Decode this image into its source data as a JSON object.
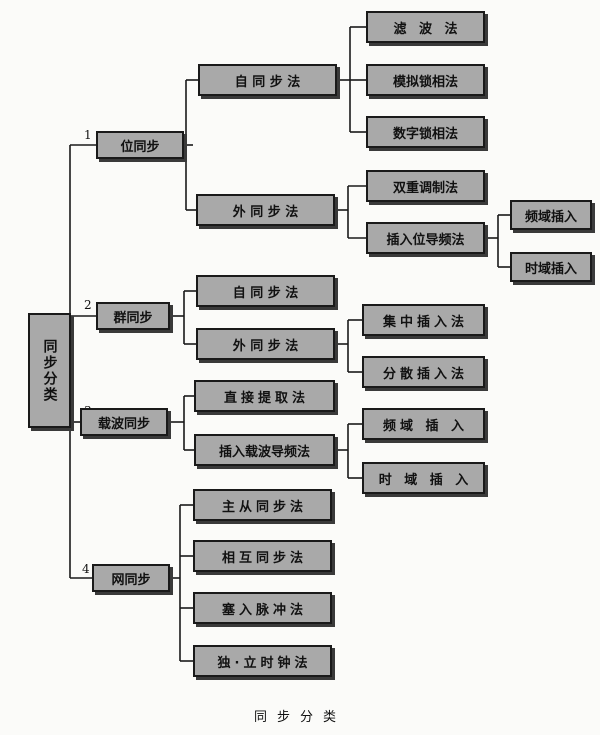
{
  "root": {
    "label": "同步分类"
  },
  "level1": [
    {
      "num": "1",
      "label": "位同步"
    },
    {
      "num": "2",
      "label": "群同步"
    },
    {
      "num": "3",
      "label": "载波同步"
    },
    {
      "num": "4",
      "label": "网同步"
    }
  ],
  "bit_sync": {
    "self": "自 同 步 法",
    "self_methods": [
      "滤 波 法",
      "模拟锁相法",
      "数字锁相法"
    ],
    "external": "外 同 步 法",
    "external_methods": [
      "双重调制法",
      "插入位导频法"
    ],
    "pilot_methods": [
      "频域插入",
      "时域插入"
    ]
  },
  "frame_sync": {
    "self": "自 同 步 法",
    "external": "外 同 步 法",
    "external_methods": [
      "集中插入法",
      "分散插入法"
    ]
  },
  "carrier_sync": {
    "methods": [
      "直接提取法",
      "插入载波导频法"
    ],
    "pilot_methods": [
      "频域 插 入",
      "时 域 插 入"
    ]
  },
  "network_sync": {
    "methods": [
      "主从同步法",
      "相互同步法",
      "塞入脉冲法",
      "独·立时钟法"
    ]
  },
  "caption": "同步分类"
}
